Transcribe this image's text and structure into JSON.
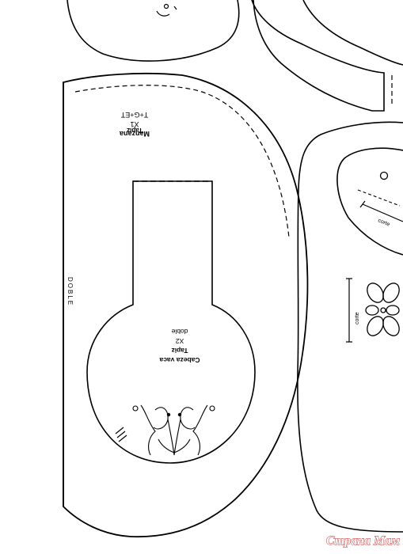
{
  "pieces": {
    "manzana": {
      "name": "Manzana",
      "fabric": "Tapiz",
      "count": "X1",
      "code": "T+G+ET",
      "fold_label": "DOBLE"
    },
    "cabeza": {
      "name": "Cabeza vaca",
      "fabric": "Tapiz",
      "count": "X2",
      "fold": "doble"
    },
    "right_piece": {
      "cut_label_top": "corte",
      "cut_label_side": "corte"
    }
  },
  "watermark": {
    "text": "Страна Мам"
  },
  "colors": {
    "line": "#000000",
    "watermark": "#c62828",
    "background": "#ffffff"
  }
}
